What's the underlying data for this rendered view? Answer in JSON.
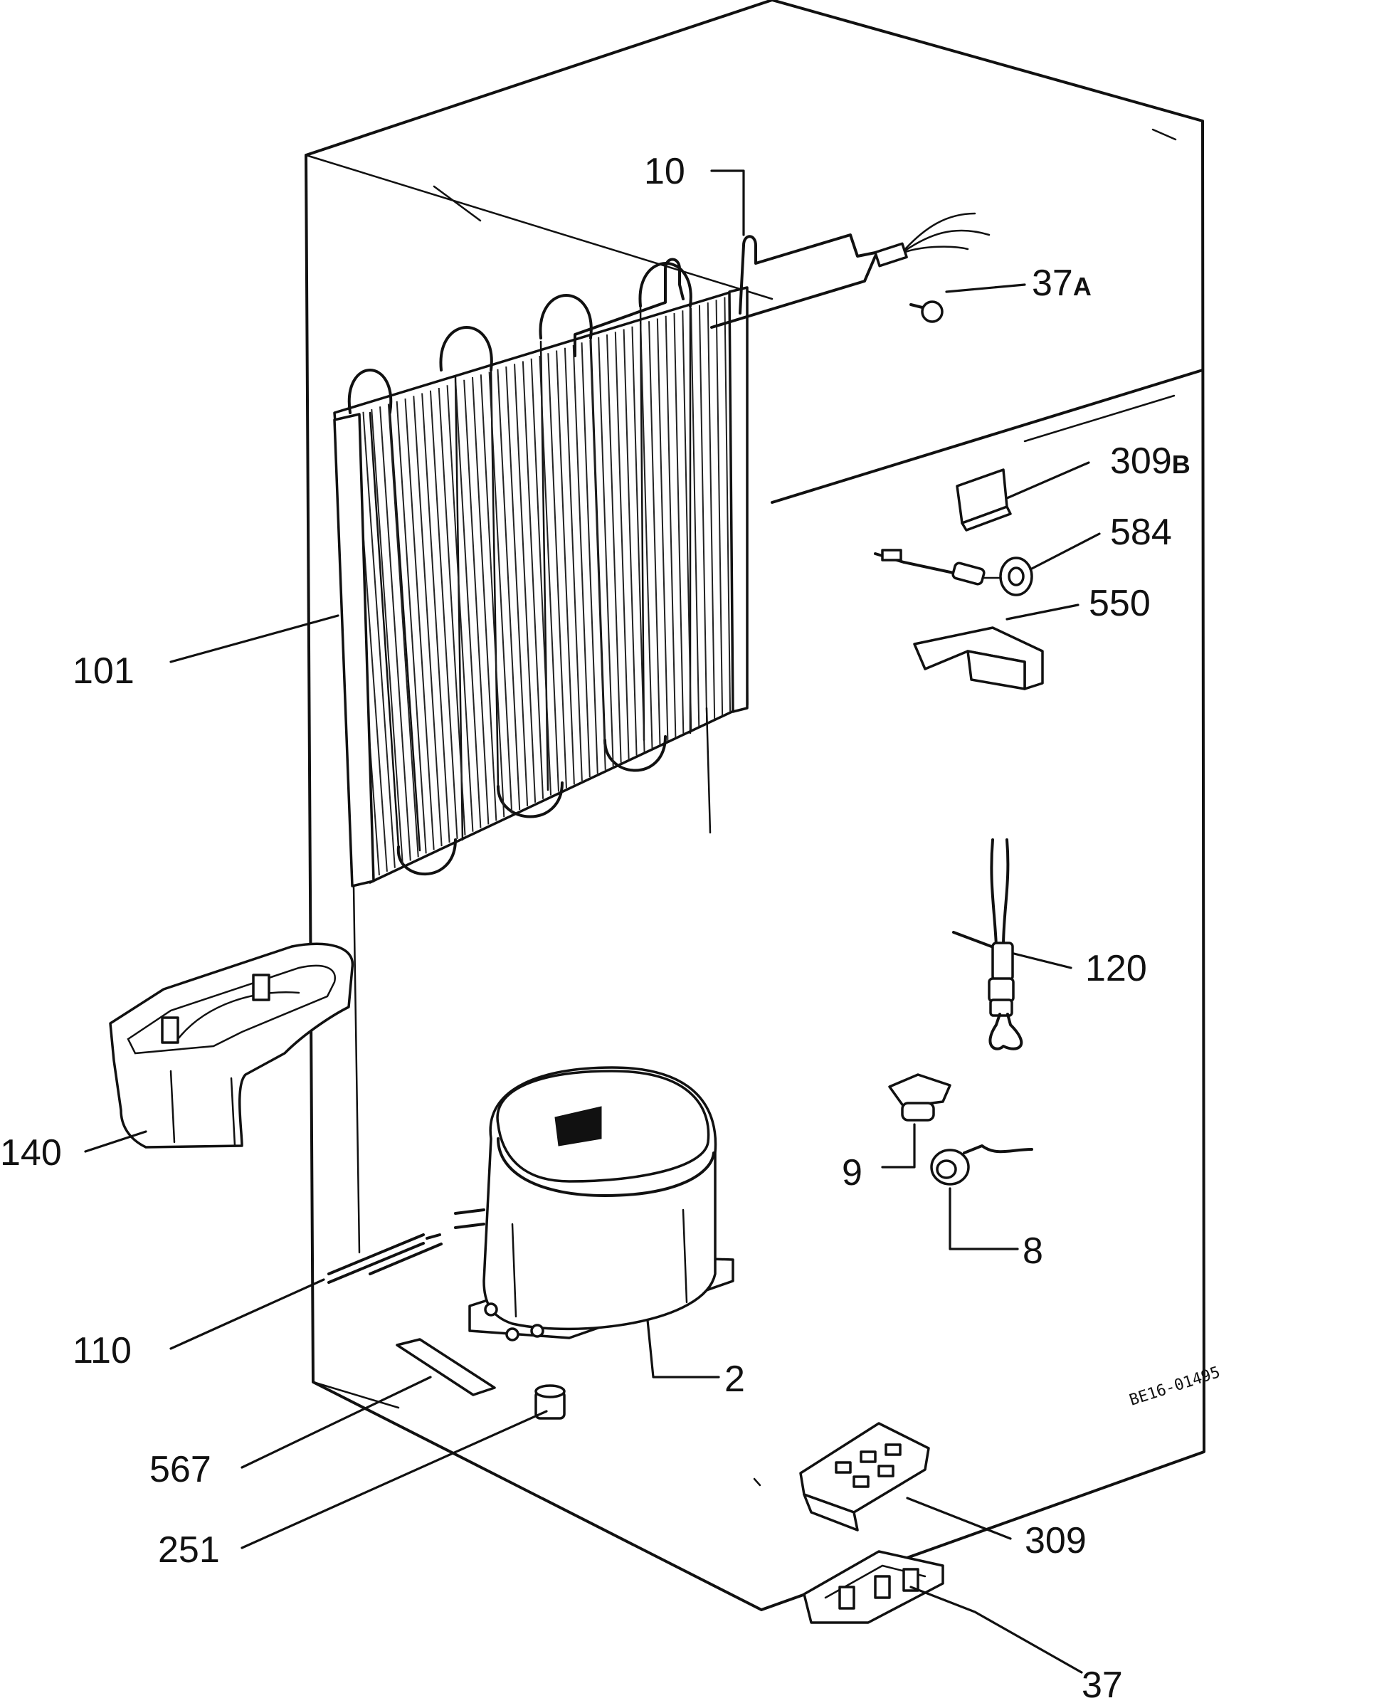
{
  "drawing_code": "BE16-01495",
  "parts": [
    {
      "id": "p10",
      "number": "10",
      "suffix": ""
    },
    {
      "id": "p37a",
      "number": "37",
      "suffix": "A"
    },
    {
      "id": "p309b",
      "number": "309",
      "suffix": "B"
    },
    {
      "id": "p584",
      "number": "584",
      "suffix": ""
    },
    {
      "id": "p550",
      "number": "550",
      "suffix": ""
    },
    {
      "id": "p101",
      "number": "101",
      "suffix": ""
    },
    {
      "id": "p120",
      "number": "120",
      "suffix": ""
    },
    {
      "id": "p140",
      "number": "140",
      "suffix": ""
    },
    {
      "id": "p9",
      "number": "9",
      "suffix": ""
    },
    {
      "id": "p8",
      "number": "8",
      "suffix": ""
    },
    {
      "id": "p110",
      "number": "110",
      "suffix": ""
    },
    {
      "id": "p2",
      "number": "2",
      "suffix": ""
    },
    {
      "id": "p567",
      "number": "567",
      "suffix": ""
    },
    {
      "id": "p251",
      "number": "251",
      "suffix": ""
    },
    {
      "id": "p309",
      "number": "309",
      "suffix": ""
    },
    {
      "id": "p37",
      "number": "37",
      "suffix": ""
    }
  ]
}
